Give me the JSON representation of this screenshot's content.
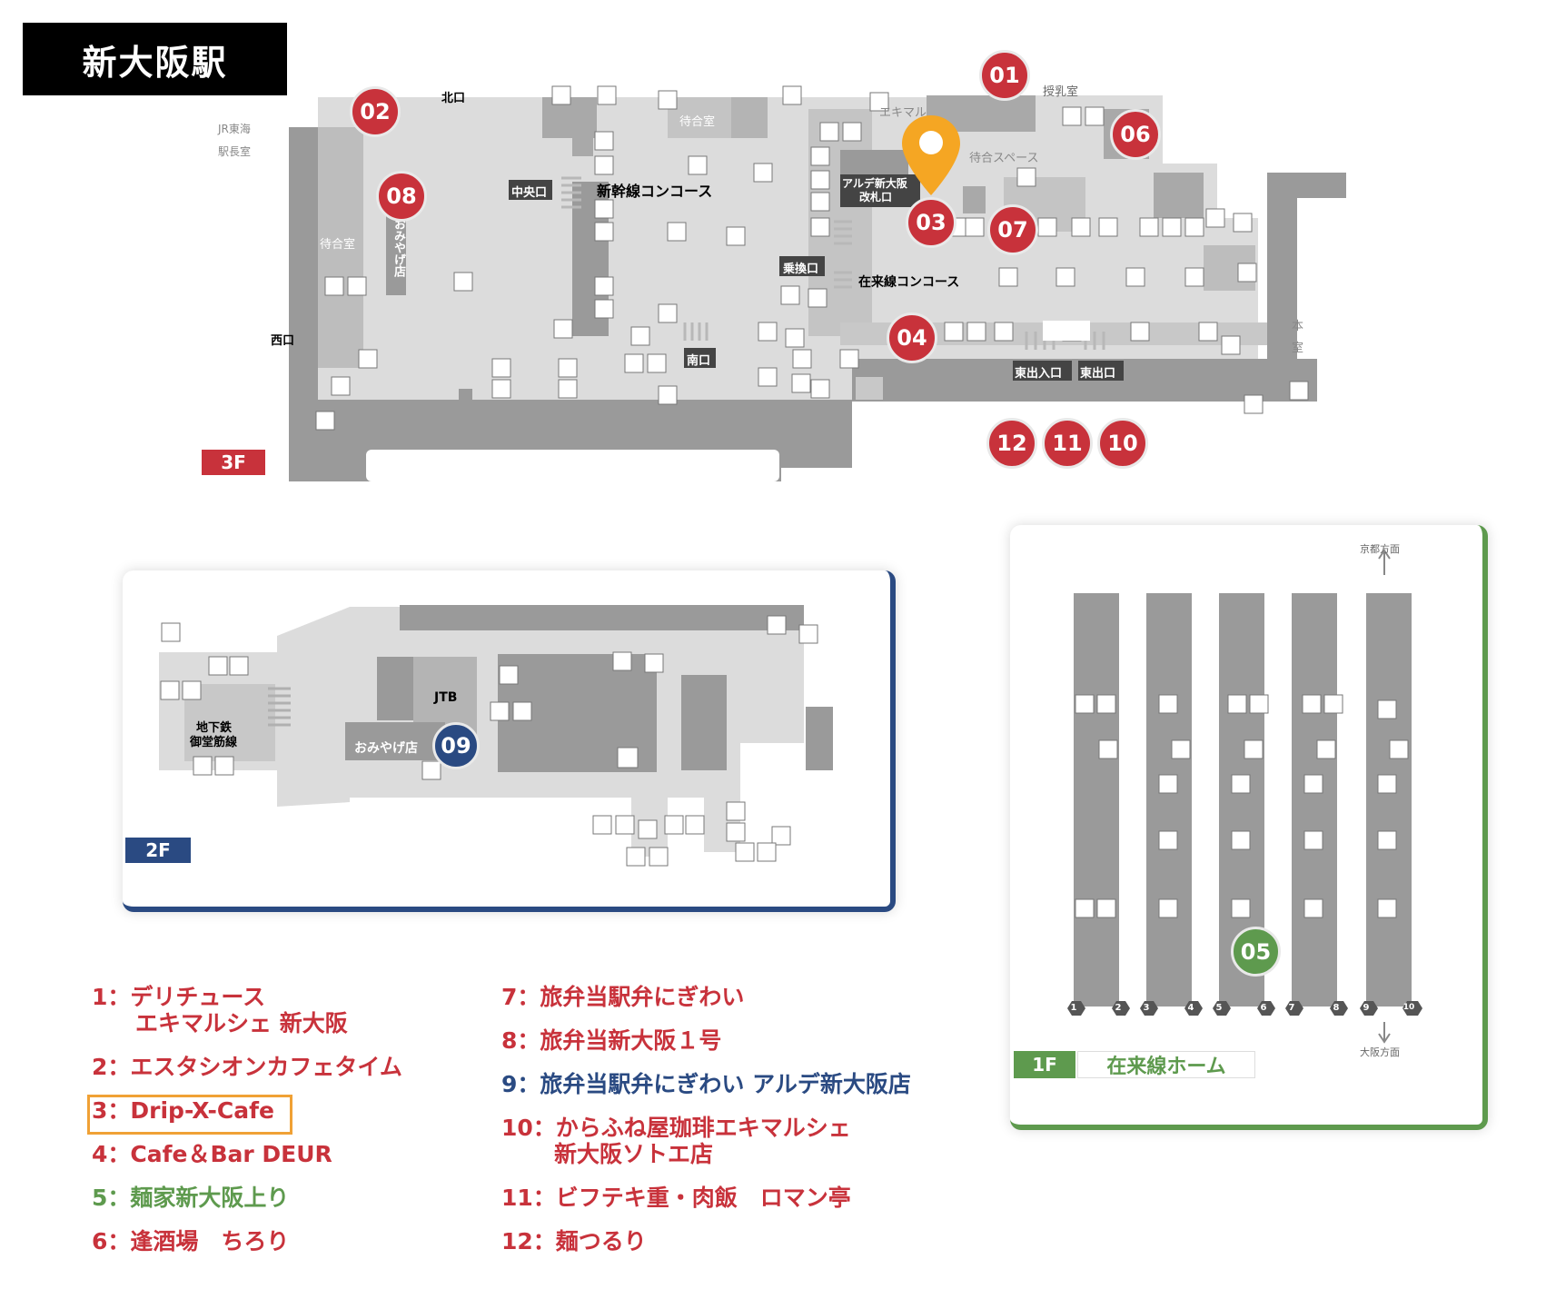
{
  "title": "新大阪駅",
  "colors": {
    "red": "#c8323b",
    "blue": "#2a4a82",
    "green": "#5e9a4e",
    "orange": "#f5a623",
    "floor": "#dcdcdc",
    "wall": "#9a9a9a"
  },
  "floor3": {
    "badge": "3F",
    "labels": {
      "north_exit": "北口",
      "jr_tokai_1": "JR東海",
      "jr_tokai_2": "駅長室",
      "nursing": "授乳室",
      "ekimal": "エキマル",
      "waiting1": "待合室",
      "waiting2": "待合室",
      "waiting_space": "待合スペース",
      "central_exit": "中央口",
      "shinkansen_concourse": "新幹線コンコース",
      "arde_gate_1": "アルデ新大阪",
      "arde_gate_2": "改札口",
      "souvenir": "おみやげ店",
      "transfer_gate": "乗換口",
      "zairai_concourse": "在来線コンコース",
      "west_exit": "西口",
      "south_exit": "南口",
      "east_entrance": "東出入口",
      "east_exit": "東出口",
      "main_office_1": "本",
      "main_office_2": "室"
    },
    "markers": [
      "01",
      "02",
      "03",
      "04",
      "06",
      "07",
      "08",
      "10",
      "11",
      "12"
    ]
  },
  "floor2": {
    "badge": "2F",
    "labels": {
      "subway_1": "地下鉄",
      "subway_2": "御堂筋線",
      "jtb": "JTB",
      "souvenir": "おみやげ店"
    },
    "markers": [
      "09"
    ]
  },
  "floor1": {
    "badge": "1F",
    "badge_label": "在来線ホーム",
    "to_kyoto": "京都方面",
    "to_osaka": "大阪方面",
    "tracks": [
      "1",
      "2",
      "3",
      "4",
      "5",
      "6",
      "7",
      "8",
      "9",
      "10"
    ],
    "markers": [
      "05"
    ]
  },
  "legend": [
    {
      "num": "1：",
      "lines": [
        "デリチュース",
        "エキマルシェ 新大阪"
      ],
      "color": "red"
    },
    {
      "num": "2：",
      "lines": [
        "エスタシオンカフェタイム"
      ],
      "color": "red"
    },
    {
      "num": "3：",
      "lines": [
        "Drip-X-Cafe"
      ],
      "color": "red",
      "highlight": true
    },
    {
      "num": "4：",
      "lines": [
        "Cafe＆Bar DEUR"
      ],
      "color": "red"
    },
    {
      "num": "5：",
      "lines": [
        "麺家新大阪上り"
      ],
      "color": "green"
    },
    {
      "num": "6：",
      "lines": [
        "逢酒場　ちろり"
      ],
      "color": "red"
    },
    {
      "num": "7：",
      "lines": [
        "旅弁当駅弁にぎわい"
      ],
      "color": "red"
    },
    {
      "num": "8：",
      "lines": [
        "旅弁当新大阪１号"
      ],
      "color": "red"
    },
    {
      "num": "9：",
      "lines": [
        "旅弁当駅弁にぎわい アルデ新大阪店"
      ],
      "color": "blue"
    },
    {
      "num": "10：",
      "lines": [
        "からふね屋珈琲エキマルシェ",
        "新大阪ソトエ店"
      ],
      "color": "red"
    },
    {
      "num": "11：",
      "lines": [
        "ビフテキ重・肉飯　ロマン亭"
      ],
      "color": "red"
    },
    {
      "num": "12：",
      "lines": [
        "麺つるり"
      ],
      "color": "red"
    }
  ]
}
